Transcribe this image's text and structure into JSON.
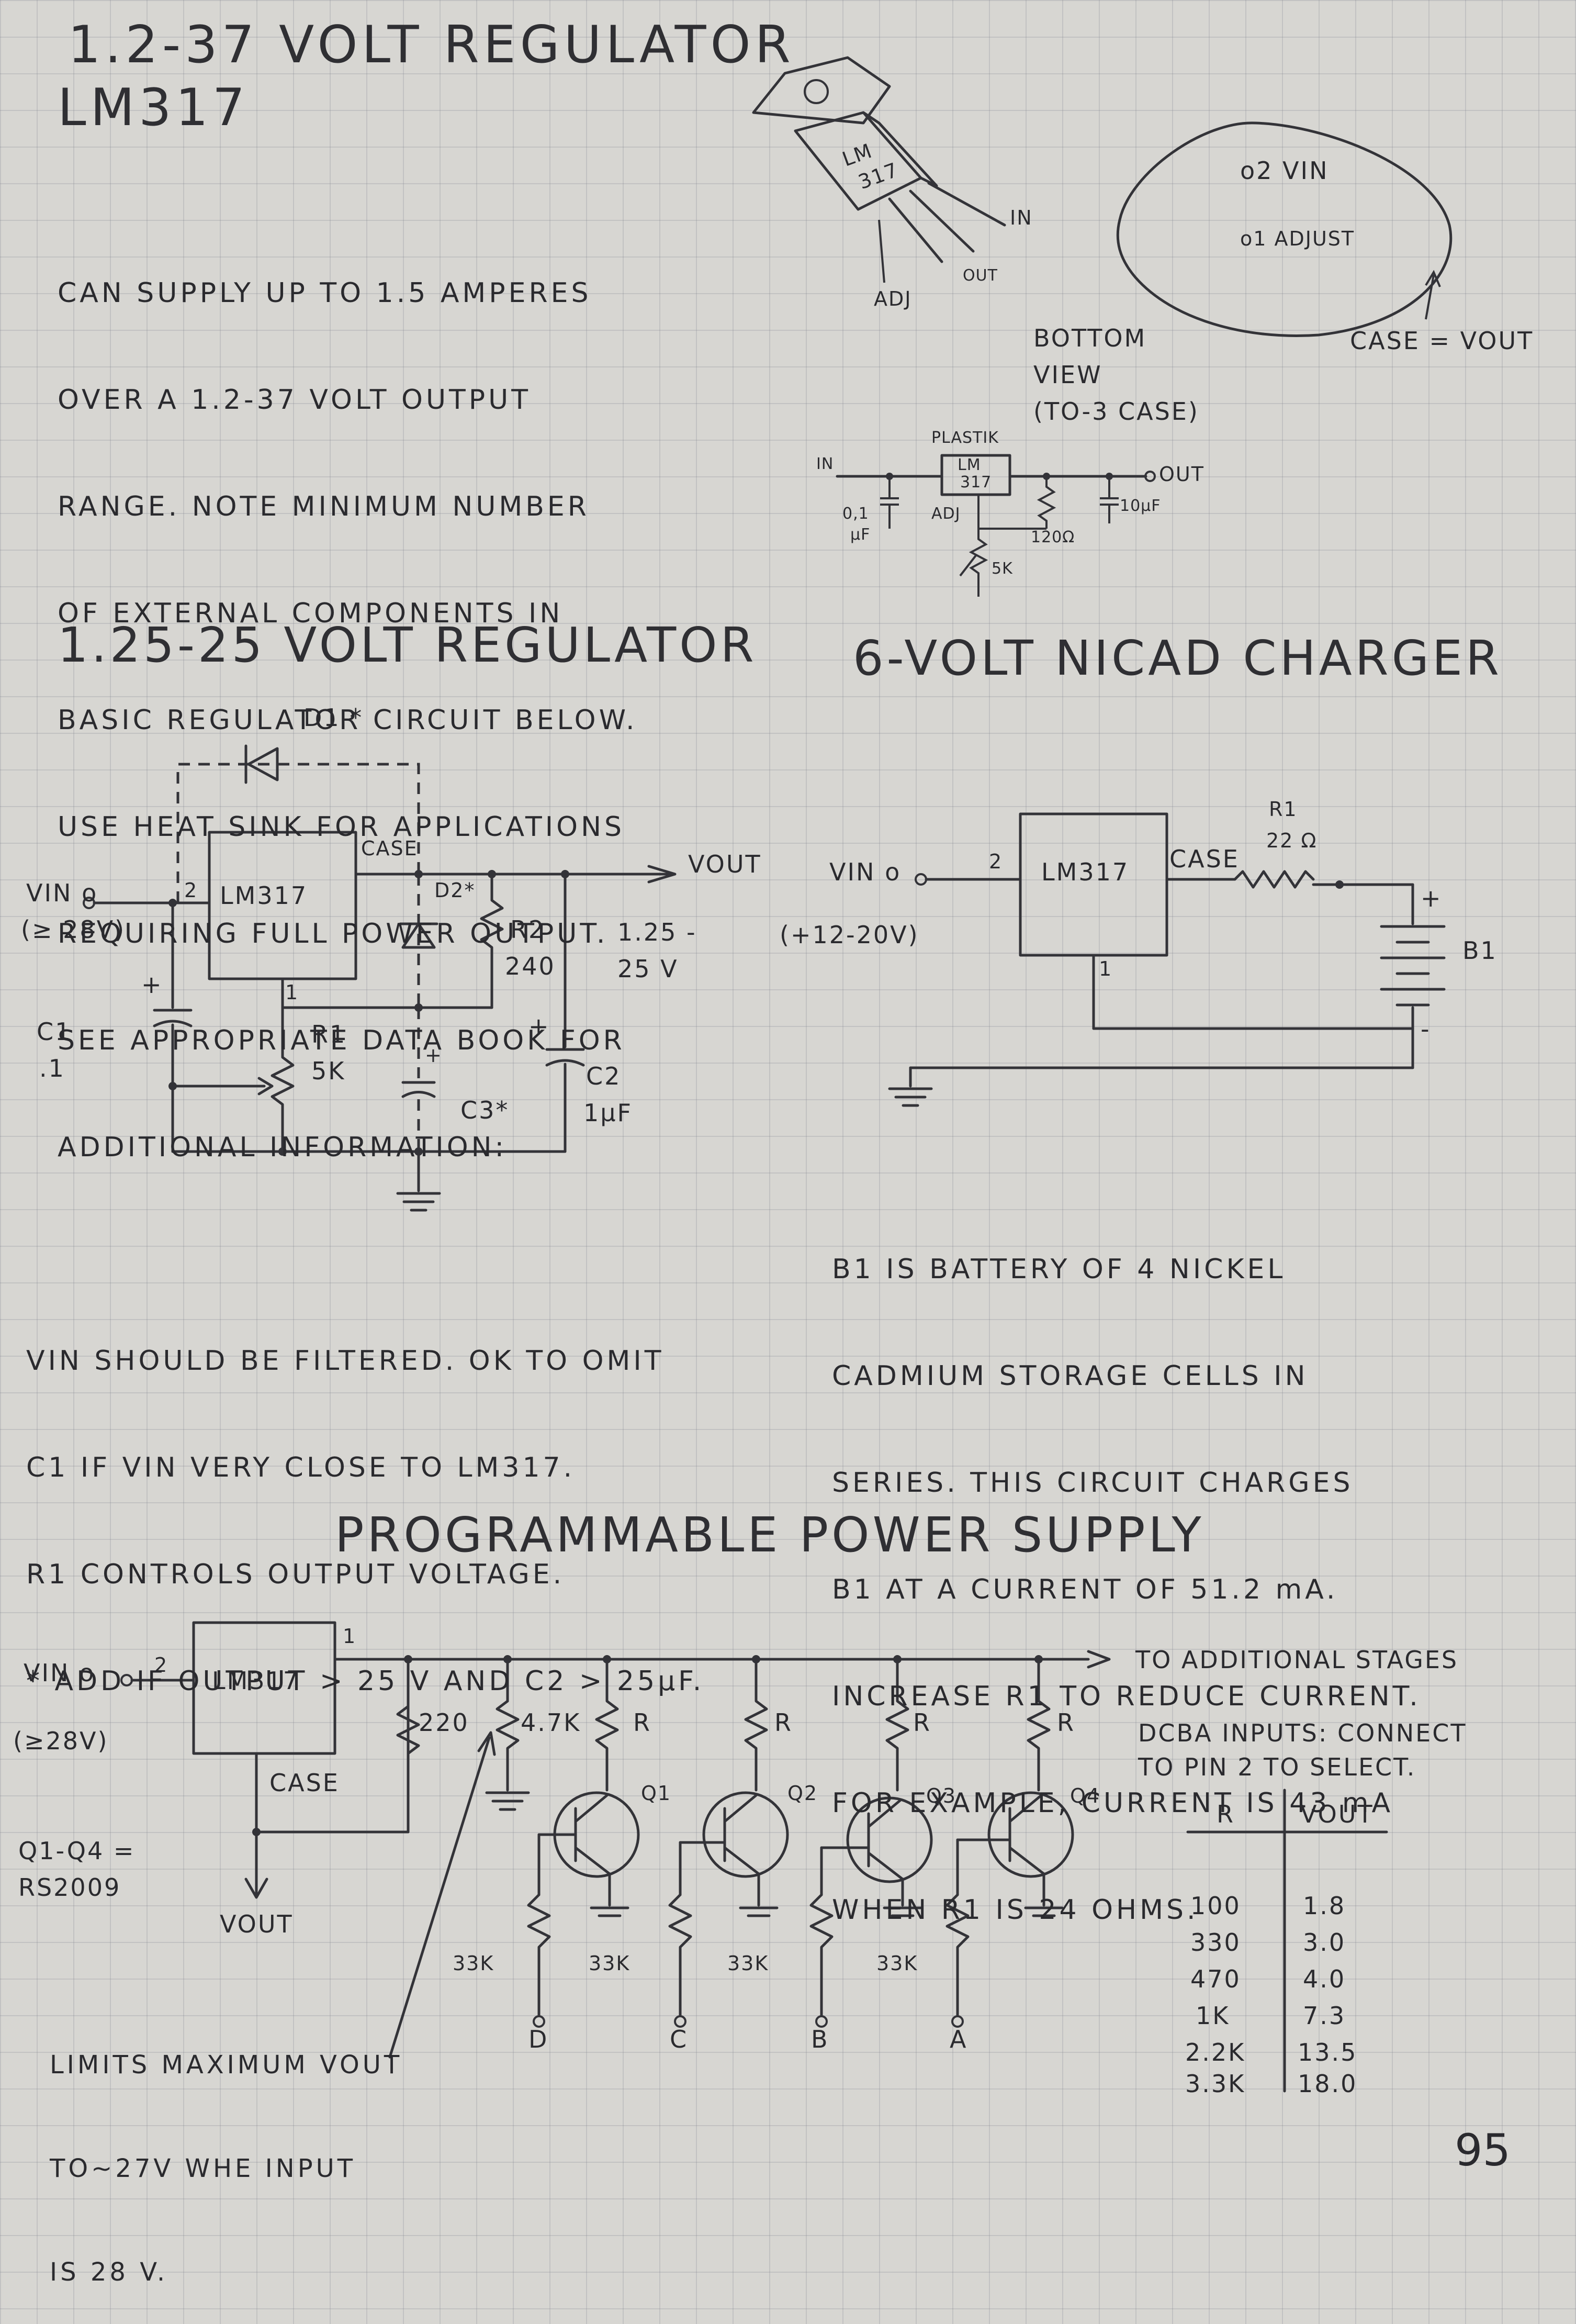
{
  "section1": {
    "title_line1": "1.2-37 VOLT REGULATOR",
    "title_line2": "LM317",
    "description": [
      "CAN SUPPLY UP TO 1.5 AMPERES",
      "OVER A 1.2-37 VOLT OUTPUT",
      "RANGE. NOTE MINIMUM NUMBER",
      "OF EXTERNAL COMPONENTS IN",
      "BASIC REGULATOR CIRCUIT BELOW.",
      "USE HEAT SINK FOR APPLICATIONS",
      "REQUIRING FULL POWER OUTPUT.",
      "SEE APPROPRIATE DATA BOOK FOR",
      "ADDITIONAL INFORMATION:"
    ],
    "package_chip_label_1": "LM",
    "package_chip_label_2": "317",
    "pin_in": "IN",
    "pin_out": "OUT",
    "pin_adj": "ADJ",
    "bottom_view_pin2": "o2 VIN",
    "bottom_view_pin1": "o1 ADJUST",
    "bottom_view_label": [
      "BOTTOM",
      "VIEW",
      "(TO-3 CASE)"
    ],
    "case_note": "CASE = VOUT",
    "mini_circuit": {
      "plastik": "PLASTIK",
      "chip_1": "LM",
      "chip_2": "317",
      "in": "IN",
      "out": "OUT",
      "adj": "ADJ",
      "cap_in_1": "0,1",
      "cap_in_2": "µF",
      "res_fixed": "120Ω",
      "cap_out": "10µF",
      "pot": "5K"
    }
  },
  "section2": {
    "title": "1.25-25 VOLT REGULATOR",
    "d1": "D1 *",
    "case": "CASE",
    "chip": "LM317",
    "vin": "VIN o",
    "vin_min": "(≥ 28V)",
    "pin2": "2",
    "pin1": "1",
    "d2": "D2*",
    "r2_1": "R2",
    "r2_2": "240",
    "vout": "VOUT",
    "range_1": "1.25 -",
    "range_2": "25 V",
    "c1_1": "C1",
    "c1_2": ".1",
    "r1_1": "R1",
    "r1_2": "5K",
    "c3": "C3*",
    "c2_1": "C2",
    "c2_2": "1µF",
    "plus": "+",
    "notes": [
      "VIN SHOULD BE FILTERED. OK TO OMIT",
      "C1 IF VIN VERY CLOSE TO LM317.",
      "R1 CONTROLS OUTPUT VOLTAGE.",
      "* ADD IF OUTPUT > 25 V AND C2 > 25µF."
    ]
  },
  "section3": {
    "title": "6-VOLT NICAD CHARGER",
    "vin": "VIN o",
    "vin_range": "(+12-20V)",
    "pin2": "2",
    "chip": "LM317",
    "case": "CASE",
    "r1_1": "R1",
    "r1_2": "22 Ω",
    "b1": "B1",
    "pin1": "1",
    "plus": "+",
    "minus": "-",
    "notes": [
      "B1 IS BATTERY OF 4 NICKEL",
      "CADMIUM STORAGE CELLS IN",
      "SERIES. THIS CIRCUIT CHARGES",
      "B1 AT A CURRENT OF 51.2 mA.",
      "INCREASE R1 TO REDUCE CURRENT.",
      "FOR EXAMPLE, CURRENT IS 43 mA",
      "WHEN R1 IS 24 OHMS."
    ]
  },
  "section4": {
    "title": "PROGRAMMABLE POWER SUPPLY",
    "vin": "VIN o",
    "vin_min": "(≥28V)",
    "pin2": "2",
    "chip": "LM317",
    "pin1": "1",
    "case": "CASE",
    "r220": "220",
    "r47k": "4.7K",
    "r": "R",
    "q1": "Q1",
    "q2": "Q2",
    "q3": "Q3",
    "q4": "Q4",
    "r33k": "33K",
    "input_d": "D",
    "input_c": "C",
    "input_b": "B",
    "input_a": "A",
    "to_stages": "TO ADDITIONAL STAGES",
    "dcba_1": "DCBA INPUTS: CONNECT",
    "dcba_2": "TO PIN 2 TO SELECT.",
    "transistor_note_1": "Q1-Q4 =",
    "transistor_note_2": "RS2009",
    "vout": "VOUT",
    "limit_note": [
      "LIMITS MAXIMUM VOUT",
      "TO~27V WHE INPUT",
      "IS 28 V."
    ],
    "table": {
      "headers": [
        "R",
        "VOUT"
      ],
      "rows": [
        [
          "100",
          "1.8"
        ],
        [
          "330",
          "3.0"
        ],
        [
          "470",
          "4.0"
        ],
        [
          "1K",
          "7.3"
        ],
        [
          "2.2K",
          "13.5"
        ],
        [
          "3.3K",
          "18.0"
        ]
      ]
    }
  },
  "page_number": "95"
}
